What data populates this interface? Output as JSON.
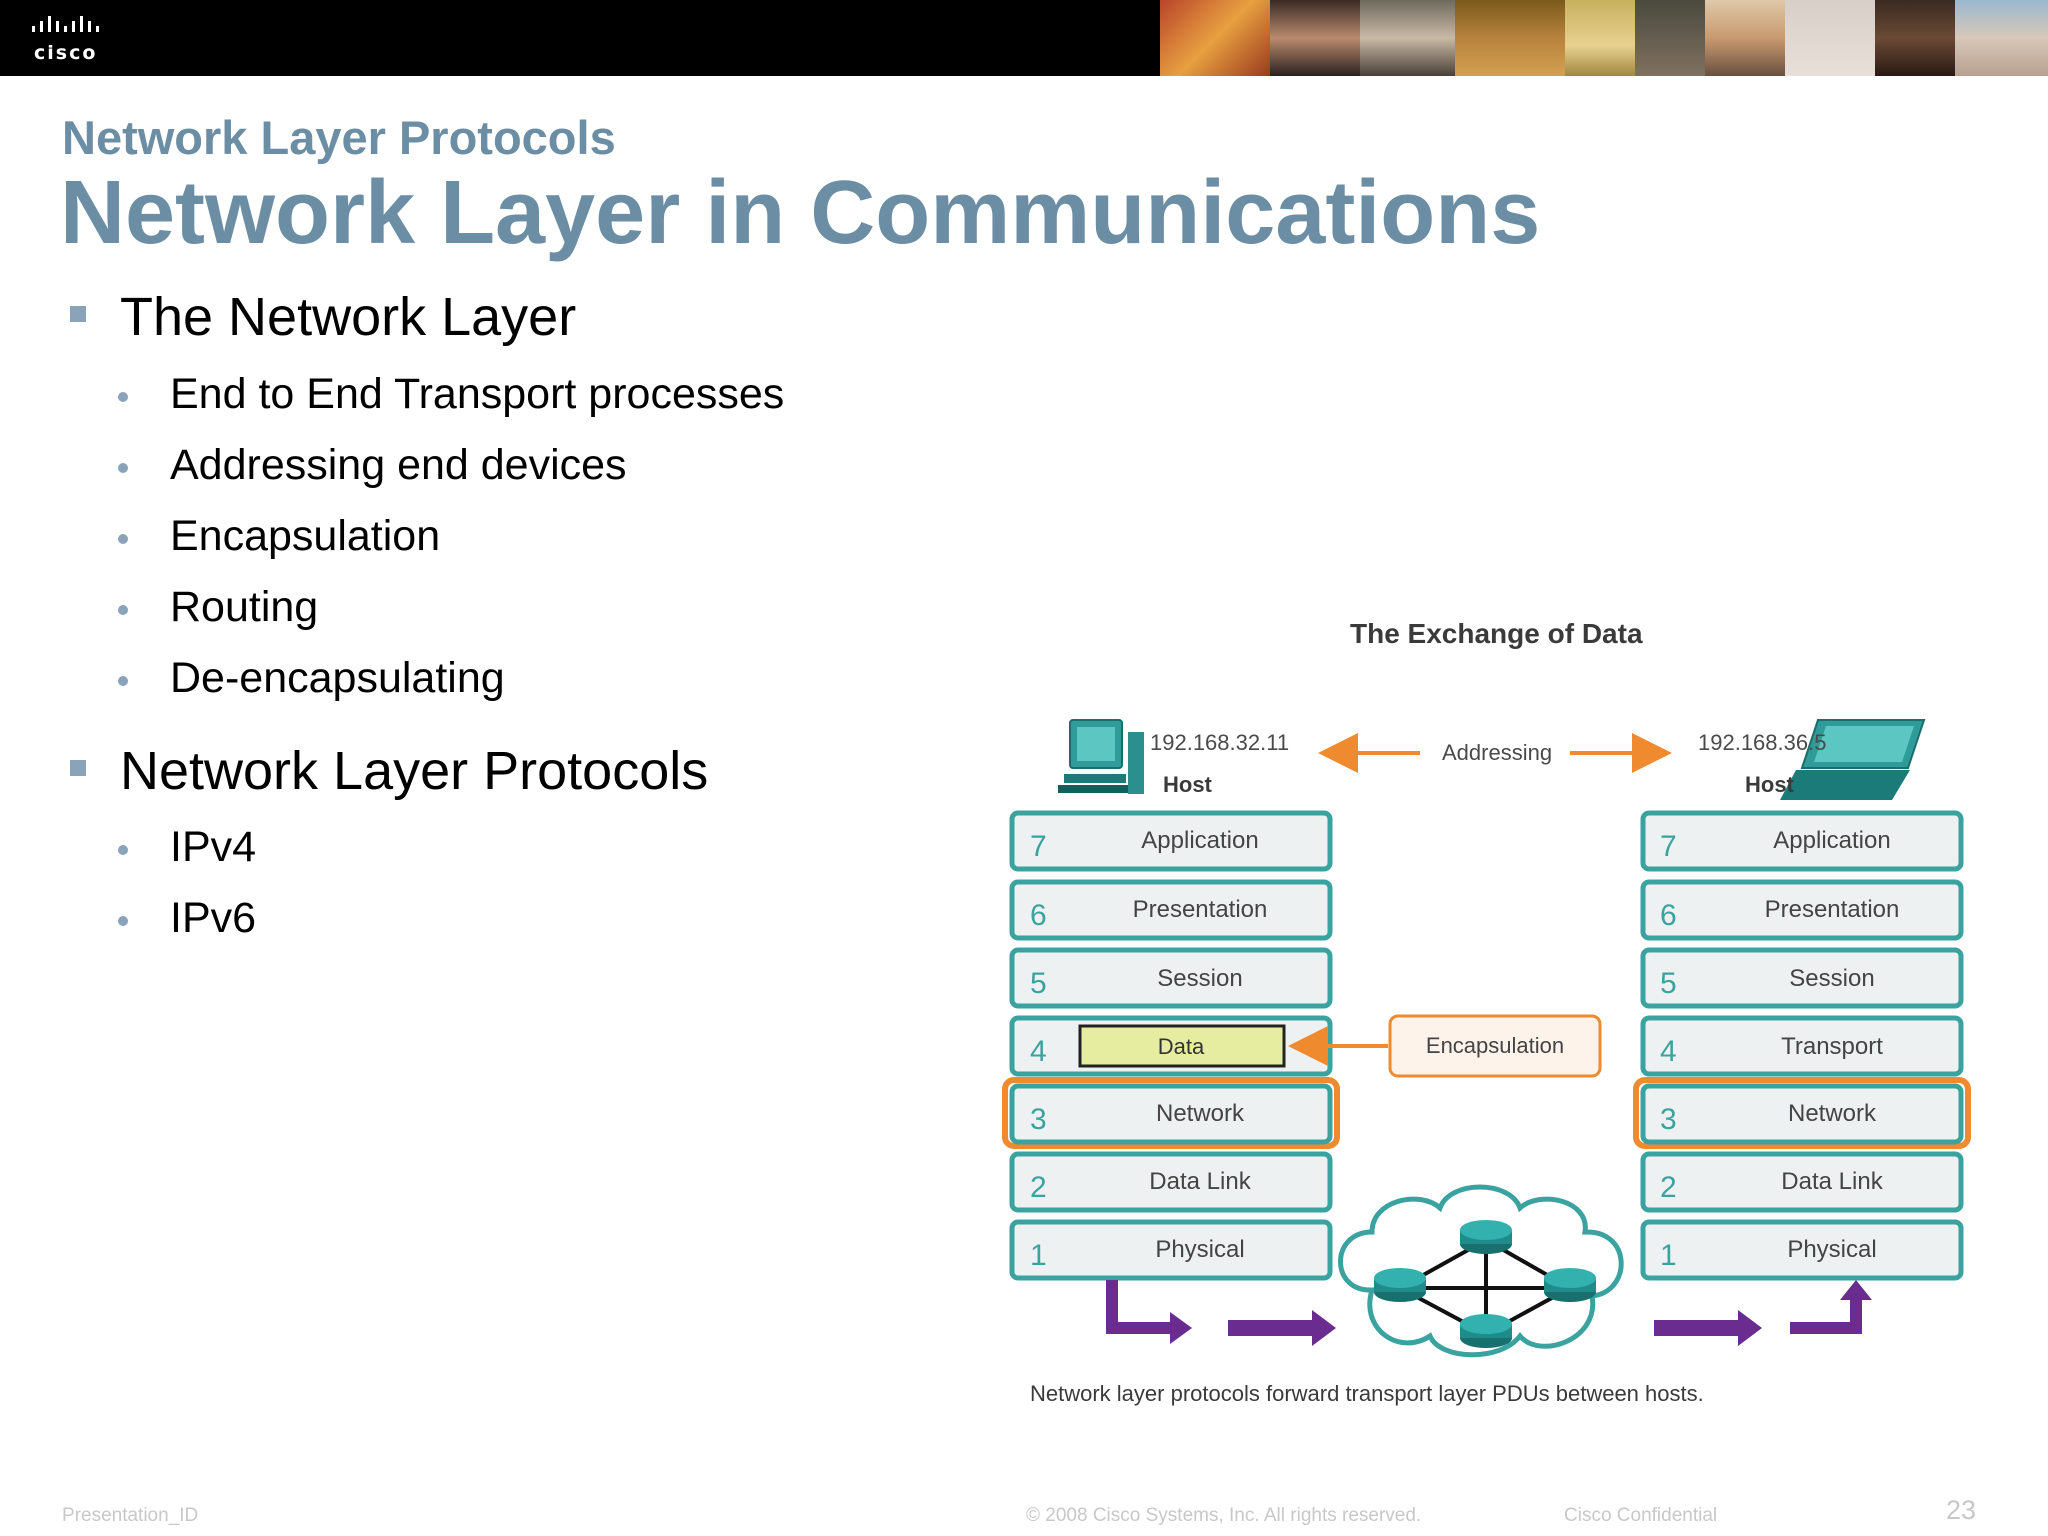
{
  "header": {
    "logo_text": "cisco",
    "colors": {
      "bar": "#000000",
      "accent": "#6b8ea5"
    }
  },
  "slide": {
    "subtitle": "Network Layer Protocols",
    "title": "Network Layer in Communications",
    "bullets": [
      {
        "label": "The Network Layer",
        "items": [
          "End to End Transport processes",
          "Addressing end devices",
          "Encapsulation",
          "Routing",
          "De-encapsulating"
        ]
      },
      {
        "label": "Network Layer Protocols",
        "items": [
          "IPv4",
          "IPv6"
        ]
      }
    ]
  },
  "diagram": {
    "title": "The Exchange of Data",
    "left_host": {
      "ip": "192.168.32.11",
      "label": "Host",
      "icon": "desktop-computer-icon"
    },
    "right_host": {
      "ip": "192.168.36.5",
      "label": "Host",
      "icon": "laptop-icon"
    },
    "addressing_label": "Addressing",
    "encapsulation_label": "Encapsulation",
    "left_stack": [
      {
        "num": "7",
        "label": "Application"
      },
      {
        "num": "6",
        "label": "Presentation"
      },
      {
        "num": "5",
        "label": "Session"
      },
      {
        "num": "4",
        "label": "Data"
      },
      {
        "num": "3",
        "label": "Network"
      },
      {
        "num": "2",
        "label": "Data Link"
      },
      {
        "num": "1",
        "label": "Physical"
      }
    ],
    "right_stack": [
      {
        "num": "7",
        "label": "Application"
      },
      {
        "num": "6",
        "label": "Presentation"
      },
      {
        "num": "5",
        "label": "Session"
      },
      {
        "num": "4",
        "label": "Transport"
      },
      {
        "num": "3",
        "label": "Network"
      },
      {
        "num": "2",
        "label": "Data Link"
      },
      {
        "num": "1",
        "label": "Physical"
      }
    ],
    "caption": "Network layer protocols forward transport layer PDUs between hosts.",
    "colors": {
      "layer_border": "#3aa3a0",
      "highlight": "#f08a2e",
      "data_fill": "#e6eda0",
      "flow_arrow": "#6a2d8f",
      "router": "#1f8c8a"
    }
  },
  "footer": {
    "left": "Presentation_ID",
    "center": "© 2008 Cisco Systems, Inc. All rights reserved.",
    "right": "Cisco Confidential",
    "page": "23"
  }
}
